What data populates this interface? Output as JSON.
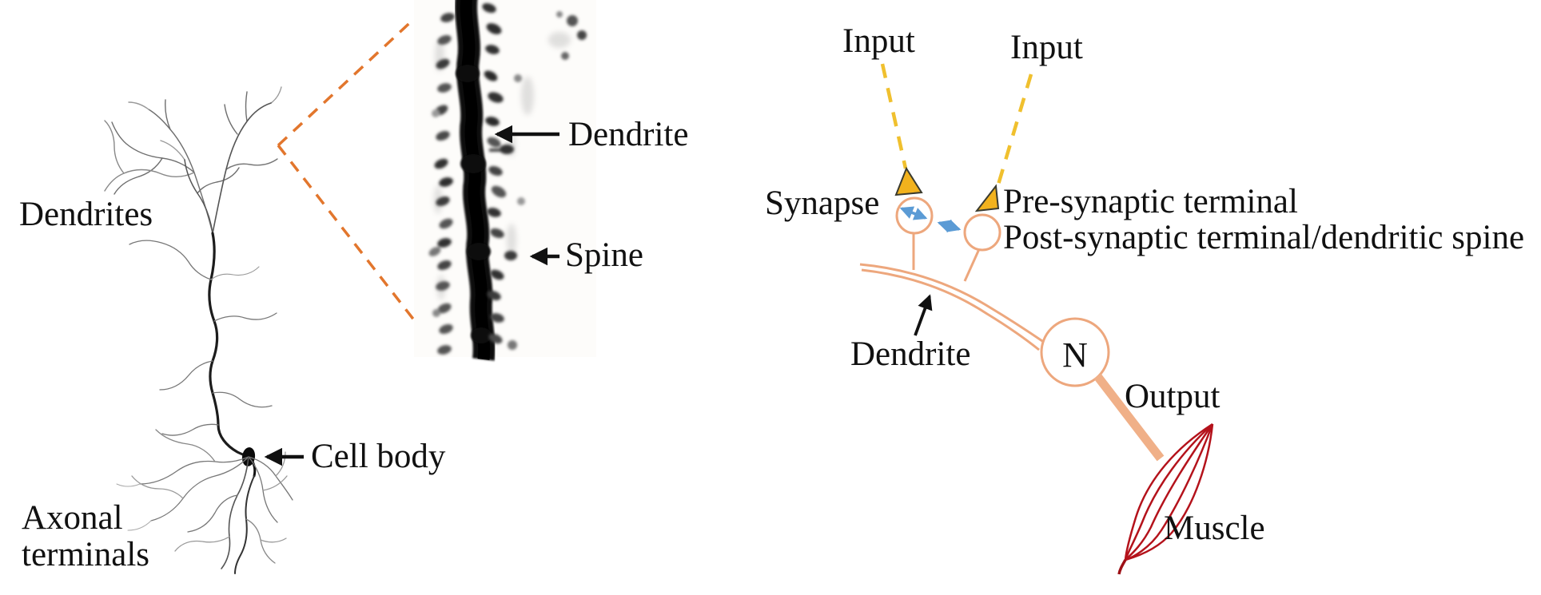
{
  "figure": {
    "description": "Neuron anatomy and synaptic schematic figure",
    "left": {
      "dendrites": "Dendrites",
      "cell_body": "Cell body",
      "axonal_line1": "Axonal",
      "axonal_line2": "terminals"
    },
    "inset": {
      "dendrite": "Dendrite",
      "spine": "Spine"
    },
    "right": {
      "input_left": "Input",
      "input_right": "Input",
      "synapse": "Synapse",
      "pre_synaptic": "Pre-synaptic terminal",
      "post_synaptic": "Post-synaptic terminal/dendritic spine",
      "dendrite": "Dendrite",
      "neuron_initial": "N",
      "output": "Output",
      "muscle": "Muscle"
    },
    "colors": {
      "zoom_dash_orange": "#E2762D",
      "input_dash_yellow": "#F0C02E",
      "terminal_triangle_fill": "#F2B21D",
      "membrane_salmon": "#EDA77D",
      "output_line_salmon": "#F0B088",
      "signal_arrow_blue": "#5B9BD5",
      "muscle_red": "#B4121B",
      "text": "#111111"
    }
  }
}
